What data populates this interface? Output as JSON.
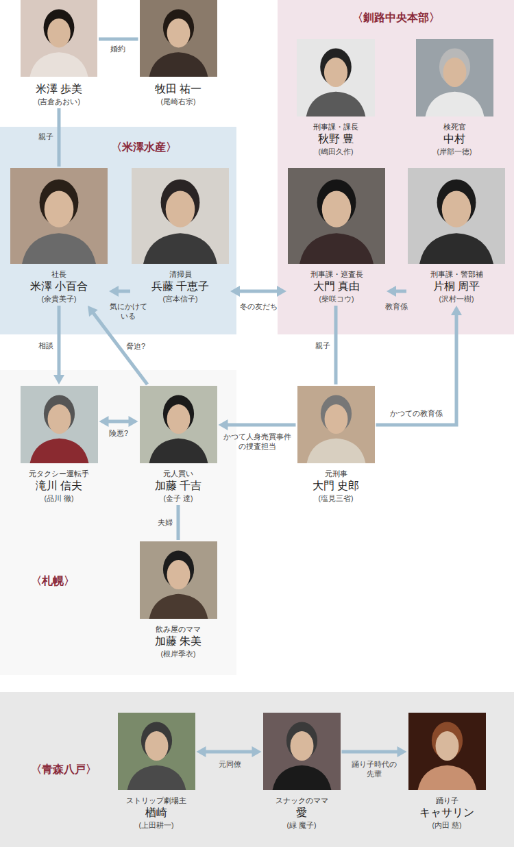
{
  "diagram": {
    "nodes": [
      {
        "text": [
          "米澤 歩美",
          "(吉倉あおい)"
        ]
      },
      {
        "text": [
          "牧田 祐一",
          "(尾崎右宗)"
        ]
      },
      {
        "text": [
          "〈釧路中央本部〉"
        ]
      },
      {
        "text": [
          "刑事課・課長",
          "秋野 豊",
          "(嶋田久作)"
        ],
        "in": 2
      },
      {
        "text": [
          "検死官",
          "中村",
          "(岸部一徳)"
        ],
        "in": 2
      },
      {
        "text": [
          "刑事課・巡査長",
          "大門 真由",
          "(柴咲コウ)"
        ],
        "in": 2
      },
      {
        "text": [
          "刑事課・警部補",
          "片桐 周平",
          "(沢村一樹)"
        ],
        "in": 2
      },
      {
        "text": [
          "〈米澤水産〉"
        ]
      },
      {
        "text": [
          "社長",
          "米澤 小百合",
          "(余貴美子)"
        ],
        "in": 7
      },
      {
        "text": [
          "清掃員",
          "兵藤 千恵子",
          "(宮本信子)"
        ],
        "in": 7
      },
      {
        "text": [
          "〈札幌〉"
        ]
      },
      {
        "text": [
          "元タクシー運転手",
          "滝川 信夫",
          "(品川 徹)"
        ],
        "in": 10
      },
      {
        "text": [
          "元人買い",
          "加藤 千吉",
          "(金子 達)"
        ],
        "in": 10
      },
      {
        "text": [
          "元刑事",
          "大門 史郎",
          "(塩見三省)"
        ]
      },
      {
        "text": [
          "飲み屋のママ",
          "加藤 朱美",
          "(根岸季衣)"
        ],
        "in": 10
      },
      {
        "text": [
          "〈青森八戸〉"
        ]
      },
      {
        "text": [
          "ストリップ劇場主",
          "楢崎",
          "(上田耕一)"
        ],
        "in": 15
      },
      {
        "text": [
          "スナックのママ",
          "愛",
          "(緑 魔子)"
        ],
        "in": 15
      },
      {
        "text": [
          "踊り子",
          "キャサリン",
          "(内田 慈)"
        ],
        "in": 15
      }
    ],
    "edges": [
      {
        "from": 0,
        "to": 1,
        "arrow": "none",
        "label": "婚約"
      },
      {
        "from": 0,
        "to": 8,
        "arrow": "none",
        "label": "親子"
      },
      {
        "from": 9,
        "to": 8,
        "arrow": "to",
        "label": "気にかけている"
      },
      {
        "from": 9,
        "to": 5,
        "arrow": "both",
        "label": "冬の友だち"
      },
      {
        "from": 6,
        "to": 5,
        "arrow": "to",
        "label": "教育係"
      },
      {
        "from": 8,
        "to": 11,
        "arrow": "to",
        "label": "相談"
      },
      {
        "from": 12,
        "to": 8,
        "arrow": "to",
        "label": "脅迫?"
      },
      {
        "from": 11,
        "to": 12,
        "arrow": "both",
        "label": "険悪?"
      },
      {
        "from": 12,
        "to": 14,
        "arrow": "none",
        "label": "夫婦"
      },
      {
        "from": 5,
        "to": 13,
        "arrow": "none",
        "label": "親子"
      },
      {
        "from": 13,
        "to": 12,
        "arrow": "to",
        "label": "かつて人身売買事件の捜査担当"
      },
      {
        "from": 13,
        "to": 6,
        "arrow": "to",
        "label": "かつての教育係"
      },
      {
        "from": 16,
        "to": 17,
        "arrow": "both",
        "label": "元同僚"
      },
      {
        "from": 17,
        "to": 18,
        "arrow": "to",
        "label": "踊り子時代の先輩"
      }
    ]
  }
}
